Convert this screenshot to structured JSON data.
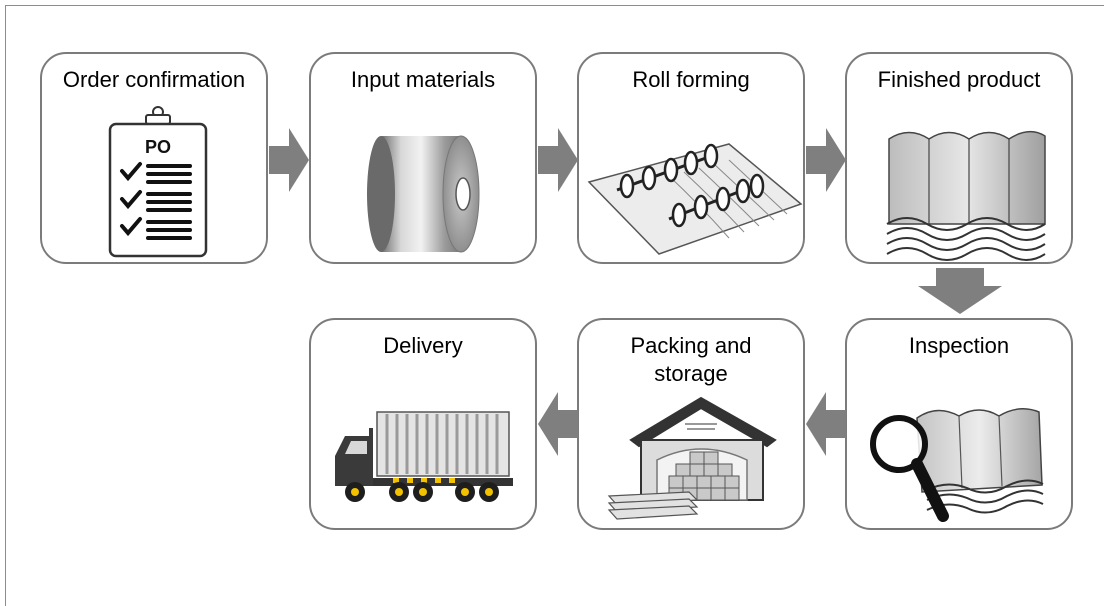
{
  "steps": {
    "order_confirmation": {
      "label": "Order confirmation",
      "po_text": "PO"
    },
    "input_materials": {
      "label": "Input materials"
    },
    "roll_forming": {
      "label": "Roll forming"
    },
    "finished_product": {
      "label": "Finished product"
    },
    "inspection": {
      "label": "Inspection"
    },
    "packing_storage": {
      "label": "Packing and\nstorage"
    },
    "delivery": {
      "label": "Delivery"
    }
  },
  "colors": {
    "border": "#7b7b7b",
    "arrow": "#7f7f7f",
    "truck_cab": "#3a3a3a",
    "hazard_stripe": "#f2c200"
  },
  "icons": [
    "clipboard-icon",
    "steel-coil-icon",
    "roll-former-icon",
    "corrugated-sheet-icon",
    "magnifier-icon",
    "warehouse-icon",
    "truck-icon"
  ]
}
